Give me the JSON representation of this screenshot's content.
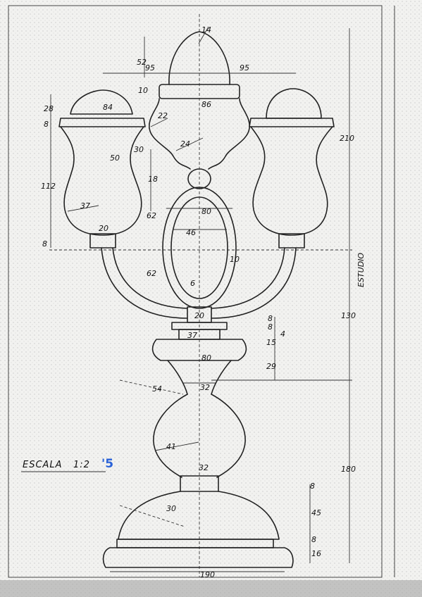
{
  "drawing": {
    "dimensions": {
      "top_finial_angle": "14",
      "finial_height": "52",
      "half_width_left": "95",
      "half_width_right": "95",
      "cap_height": "10",
      "cap_width": "86",
      "neck_radius": "22",
      "waist_radius": "24",
      "arm_radius": "30",
      "cup_radius": "50",
      "knob_height": "18",
      "left_top_height": "28",
      "left_top_width": "84",
      "left_rim": "8",
      "left_body_height": "112",
      "left_body_radius": "37",
      "left_bottom_width": "20",
      "left_bottom_height": "8",
      "right_height": "210",
      "oval_upper": "62",
      "oval_lower": "62",
      "oval_width": "80",
      "oval_inner": "46",
      "oval_ring": "10",
      "center_small": "6",
      "center_width": "20",
      "stem_height": "130",
      "stem_top": "8",
      "stem_mid": "8",
      "collar_width": "37",
      "collar_h1": "15",
      "collar_h2": "4",
      "bowl_width": "80",
      "bowl_height": "29",
      "neck2_radius": "54",
      "neck2_width": "32",
      "bulb_radius": "41",
      "lower_height": "180",
      "base_neck_width": "32",
      "base_neck_h": "8",
      "base_dome_radius": "30",
      "base_dome_h": "45",
      "base_step_h1": "8",
      "base_step_h2": "16",
      "base_width": "190"
    },
    "scale_label": "ESCALA",
    "scale_value": "1:2",
    "scale_note": "'5",
    "stamp_text": "ESTUDIO"
  }
}
